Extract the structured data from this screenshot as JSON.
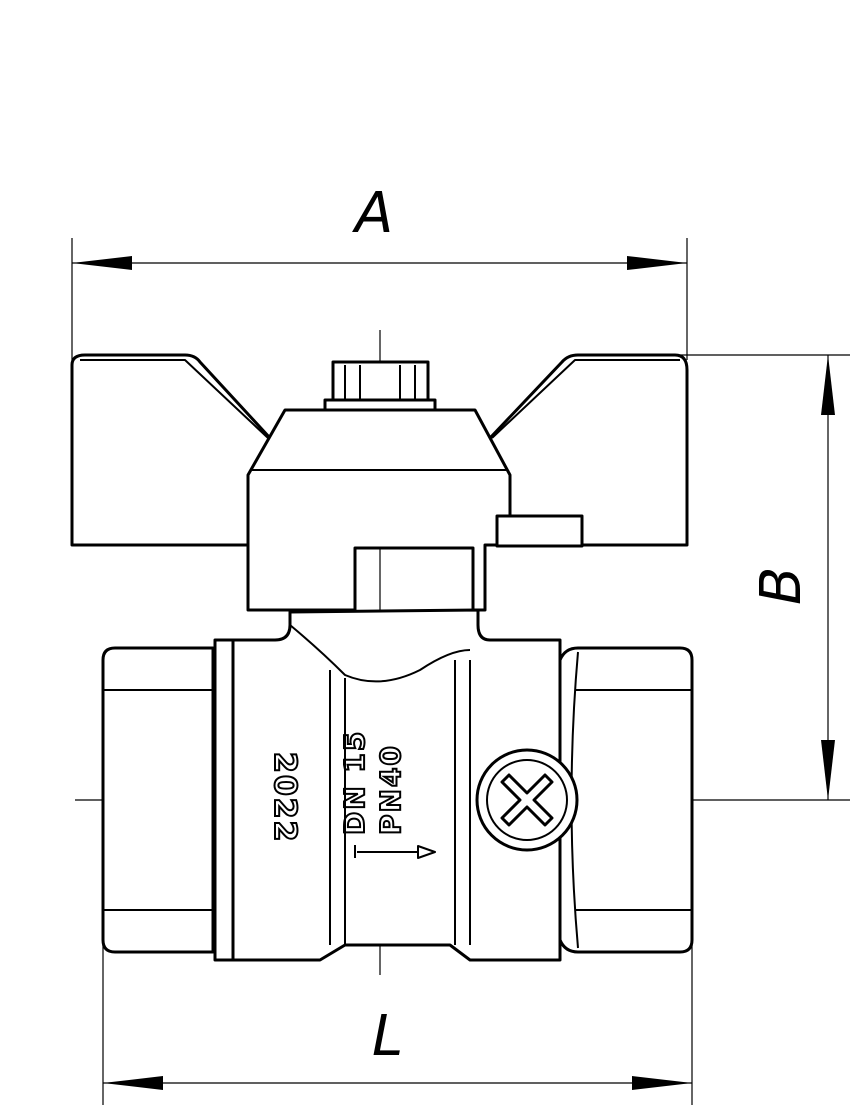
{
  "dimensions": {
    "width_label": "A",
    "height_label": "B",
    "length_label": "L"
  },
  "markings": {
    "year": "2022",
    "nominal_diameter": "DN 15",
    "pressure": "PN40"
  }
}
